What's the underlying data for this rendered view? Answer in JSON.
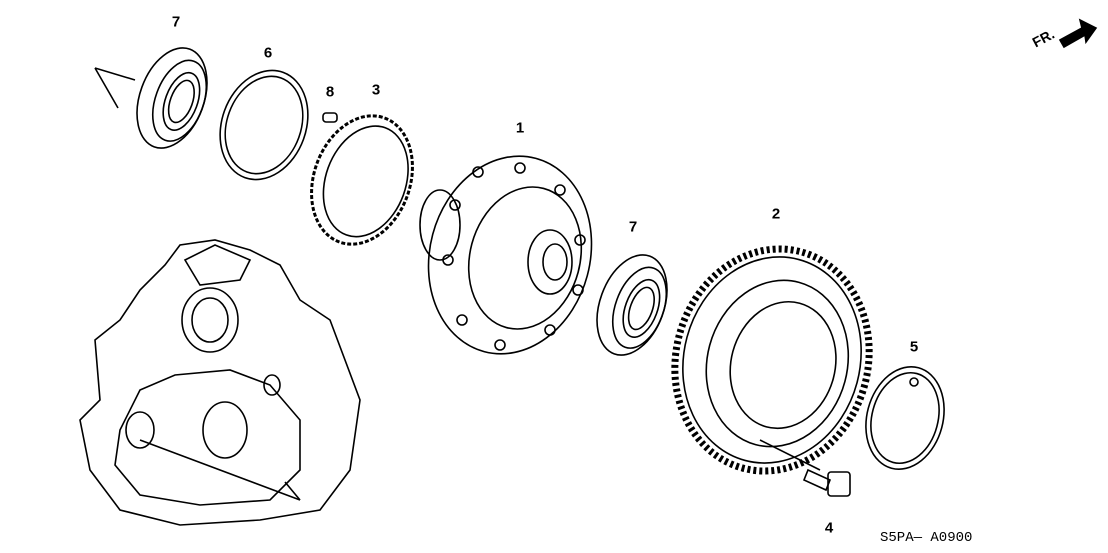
{
  "diagram": {
    "code": "S5PA— A0900",
    "direction_label": "FR.",
    "callouts": [
      {
        "id": "7a",
        "text": "7"
      },
      {
        "id": "6",
        "text": "6"
      },
      {
        "id": "8",
        "text": "8"
      },
      {
        "id": "3",
        "text": "3"
      },
      {
        "id": "1",
        "text": "1"
      },
      {
        "id": "7b",
        "text": "7"
      },
      {
        "id": "2",
        "text": "2"
      },
      {
        "id": "5",
        "text": "5"
      },
      {
        "id": "4",
        "text": "4"
      }
    ]
  }
}
